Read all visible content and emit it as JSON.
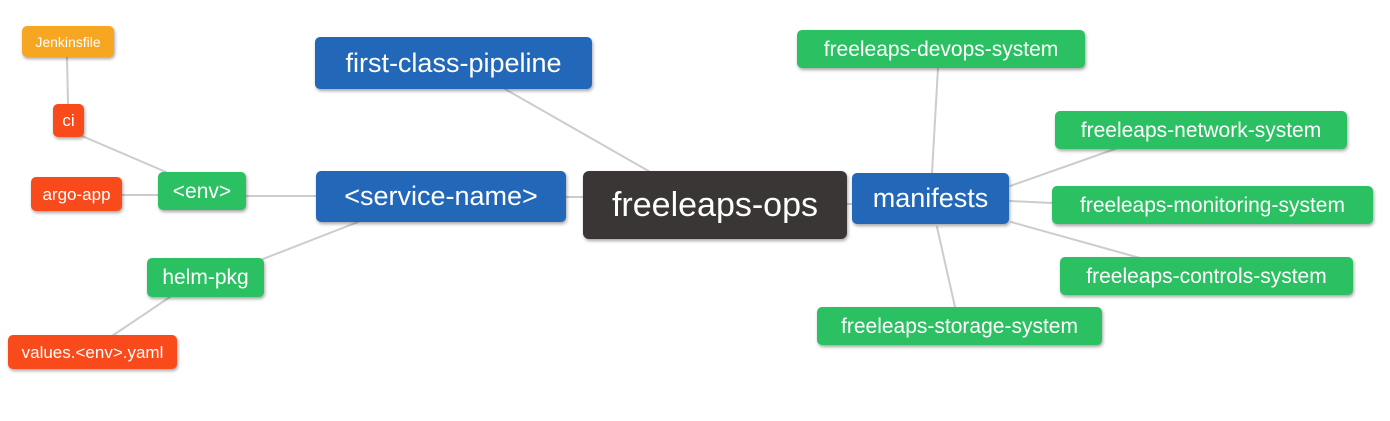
{
  "diagram": {
    "type": "mindmap",
    "colors": {
      "root_bg": "#3b3636",
      "branch_bg": "#2368b8",
      "leaf_bg": "#2bc163",
      "alert_bg": "#f84a1b",
      "file_bg": "#f7a622",
      "edge": "#cccccc",
      "text": "#ffffff",
      "background": "#ffffff"
    },
    "nodes": {
      "root": {
        "label": "freeleaps-ops"
      },
      "first_class_pipeline": {
        "label": "first-class-pipeline"
      },
      "service_name": {
        "label": "<service-name>"
      },
      "env": {
        "label": "<env>"
      },
      "ci": {
        "label": "ci"
      },
      "jenkinsfile": {
        "label": "Jenkinsfile"
      },
      "argo_app": {
        "label": "argo-app"
      },
      "helm_pkg": {
        "label": "helm-pkg"
      },
      "values_env_yaml": {
        "label": "values.<env>.yaml"
      },
      "manifests": {
        "label": "manifests"
      },
      "devops_system": {
        "label": "freeleaps-devops-system"
      },
      "network_system": {
        "label": "freeleaps-network-system"
      },
      "monitoring_system": {
        "label": "freeleaps-monitoring-system"
      },
      "controls_system": {
        "label": "freeleaps-controls-system"
      },
      "storage_system": {
        "label": "freeleaps-storage-system"
      }
    },
    "edges": [
      [
        "jenkinsfile",
        "ci"
      ],
      [
        "ci",
        "env"
      ],
      [
        "argo_app",
        "env"
      ],
      [
        "env",
        "service_name"
      ],
      [
        "first_class_pipeline",
        "root"
      ],
      [
        "service_name",
        "root"
      ],
      [
        "helm_pkg",
        "service_name"
      ],
      [
        "values_env_yaml",
        "helm_pkg"
      ],
      [
        "root",
        "manifests"
      ],
      [
        "manifests",
        "devops_system"
      ],
      [
        "manifests",
        "network_system"
      ],
      [
        "manifests",
        "monitoring_system"
      ],
      [
        "manifests",
        "controls_system"
      ],
      [
        "manifests",
        "storage_system"
      ]
    ]
  }
}
